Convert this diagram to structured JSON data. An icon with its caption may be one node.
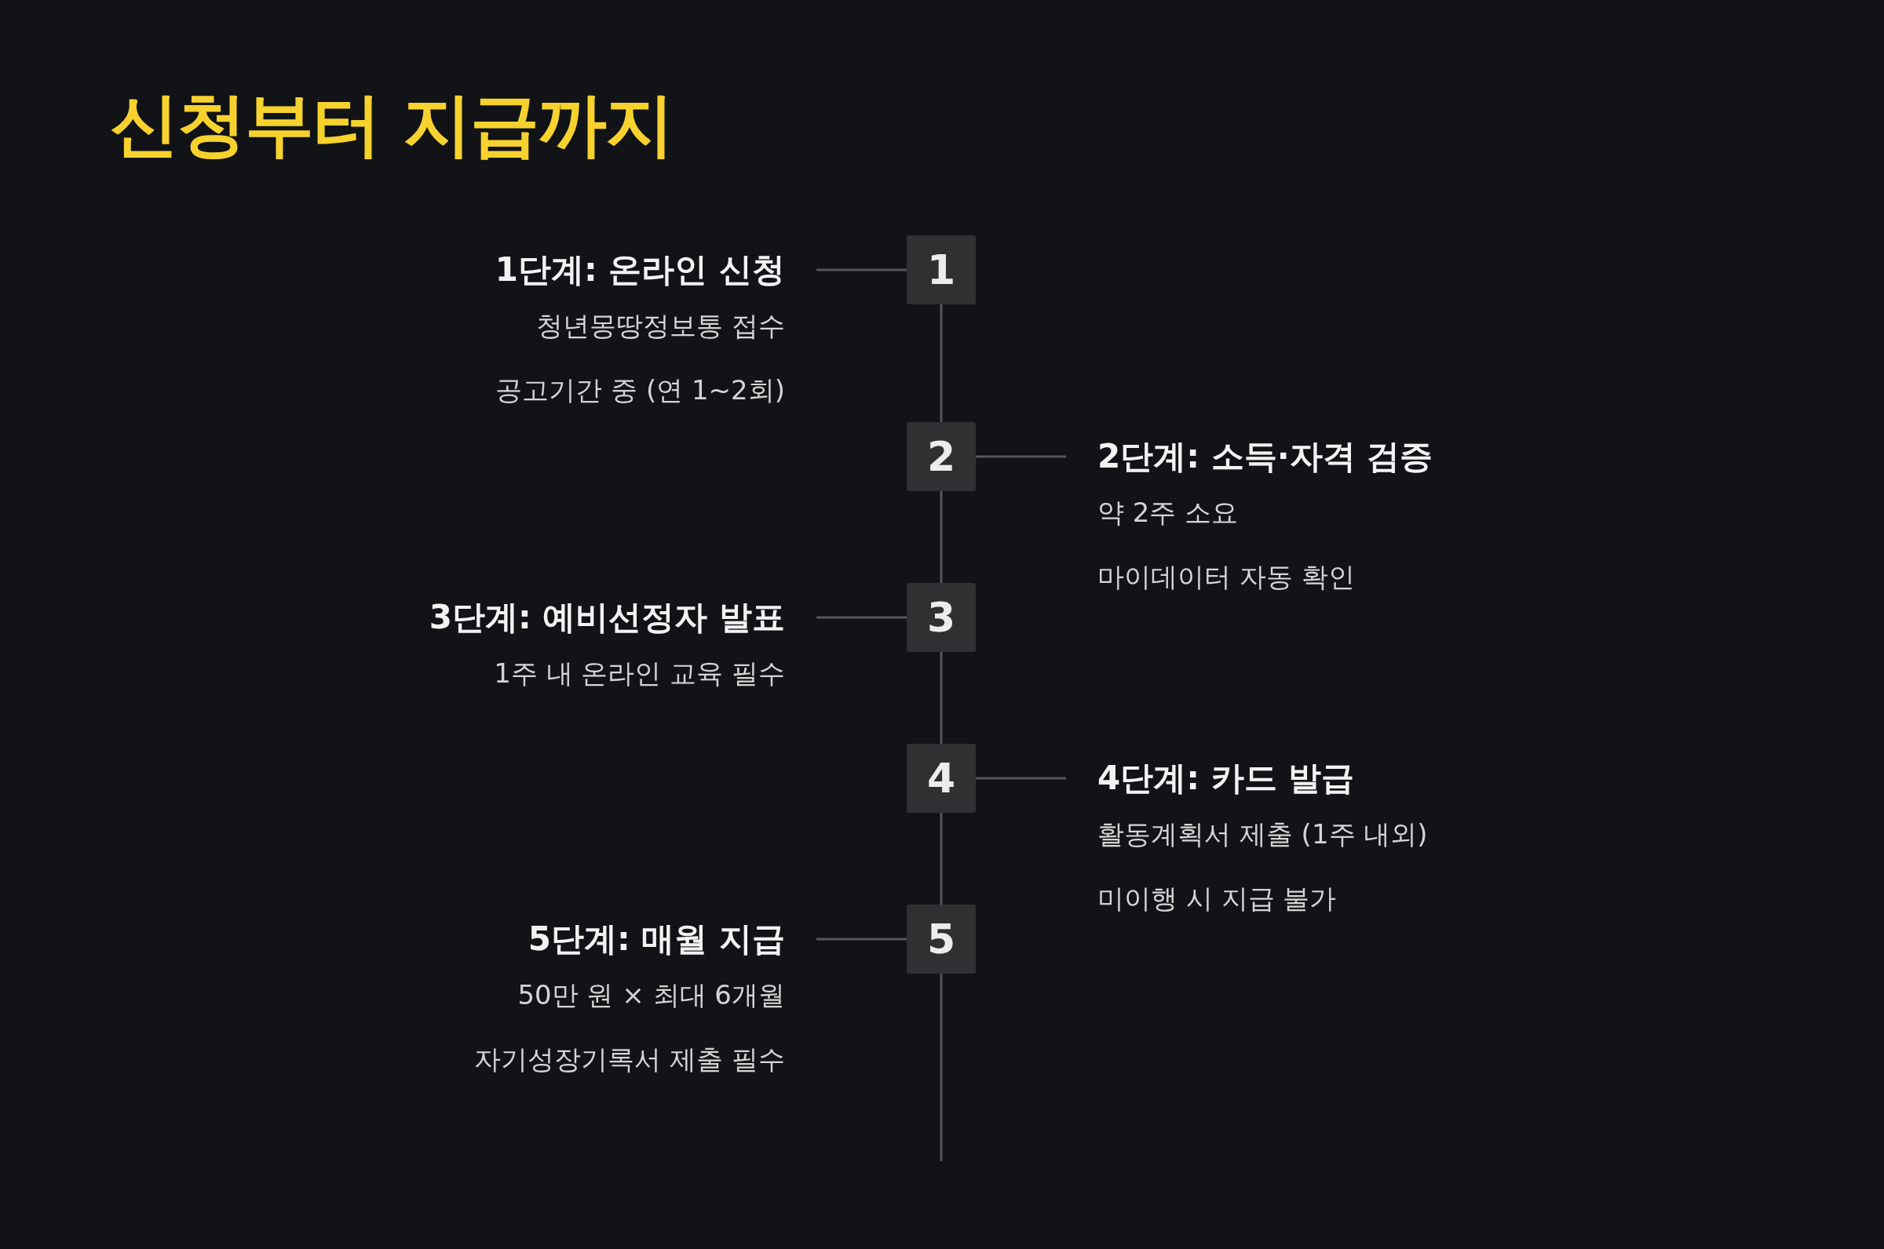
{
  "diagram": {
    "title": "신청부터 지급까지",
    "nodes": [
      {
        "text": [
          "1단계: 온라인 신청",
          "청년몽땅정보통 접수",
          "공고기간 중 (연 1~2회)"
        ]
      },
      {
        "text": [
          "1"
        ]
      },
      {
        "text": [
          "2단계: 소득·자격 검증",
          "약 2주 소요",
          "마이데이터 자동 확인"
        ]
      },
      {
        "text": [
          "2"
        ]
      },
      {
        "text": [
          "3단계: 예비선정자 발표",
          "1주 내 온라인 교육 필수"
        ]
      },
      {
        "text": [
          "3"
        ]
      },
      {
        "text": [
          "4단계: 카드 발급",
          "활동계획서 제출 (1주 내외)",
          "미이행 시 지급 불가"
        ]
      },
      {
        "text": [
          "4"
        ]
      },
      {
        "text": [
          "5단계: 매월 지급",
          "50만 원 × 최대 6개월",
          "자기성장기록서 제출 필수"
        ]
      },
      {
        "text": [
          "5"
        ]
      }
    ],
    "edges": [
      {
        "from": 0,
        "to": 1,
        "arrow": "none"
      },
      {
        "from": 1,
        "to": 3,
        "arrow": "none"
      },
      {
        "from": 3,
        "to": 2,
        "arrow": "none"
      },
      {
        "from": 3,
        "to": 5,
        "arrow": "none"
      },
      {
        "from": 4,
        "to": 5,
        "arrow": "none"
      },
      {
        "from": 5,
        "to": 7,
        "arrow": "none"
      },
      {
        "from": 7,
        "to": 6,
        "arrow": "none"
      },
      {
        "from": 7,
        "to": 9,
        "arrow": "none"
      },
      {
        "from": 8,
        "to": 9,
        "arrow": "none"
      },
      {
        "from": 9,
        "to": null,
        "arrow": "none"
      }
    ]
  }
}
